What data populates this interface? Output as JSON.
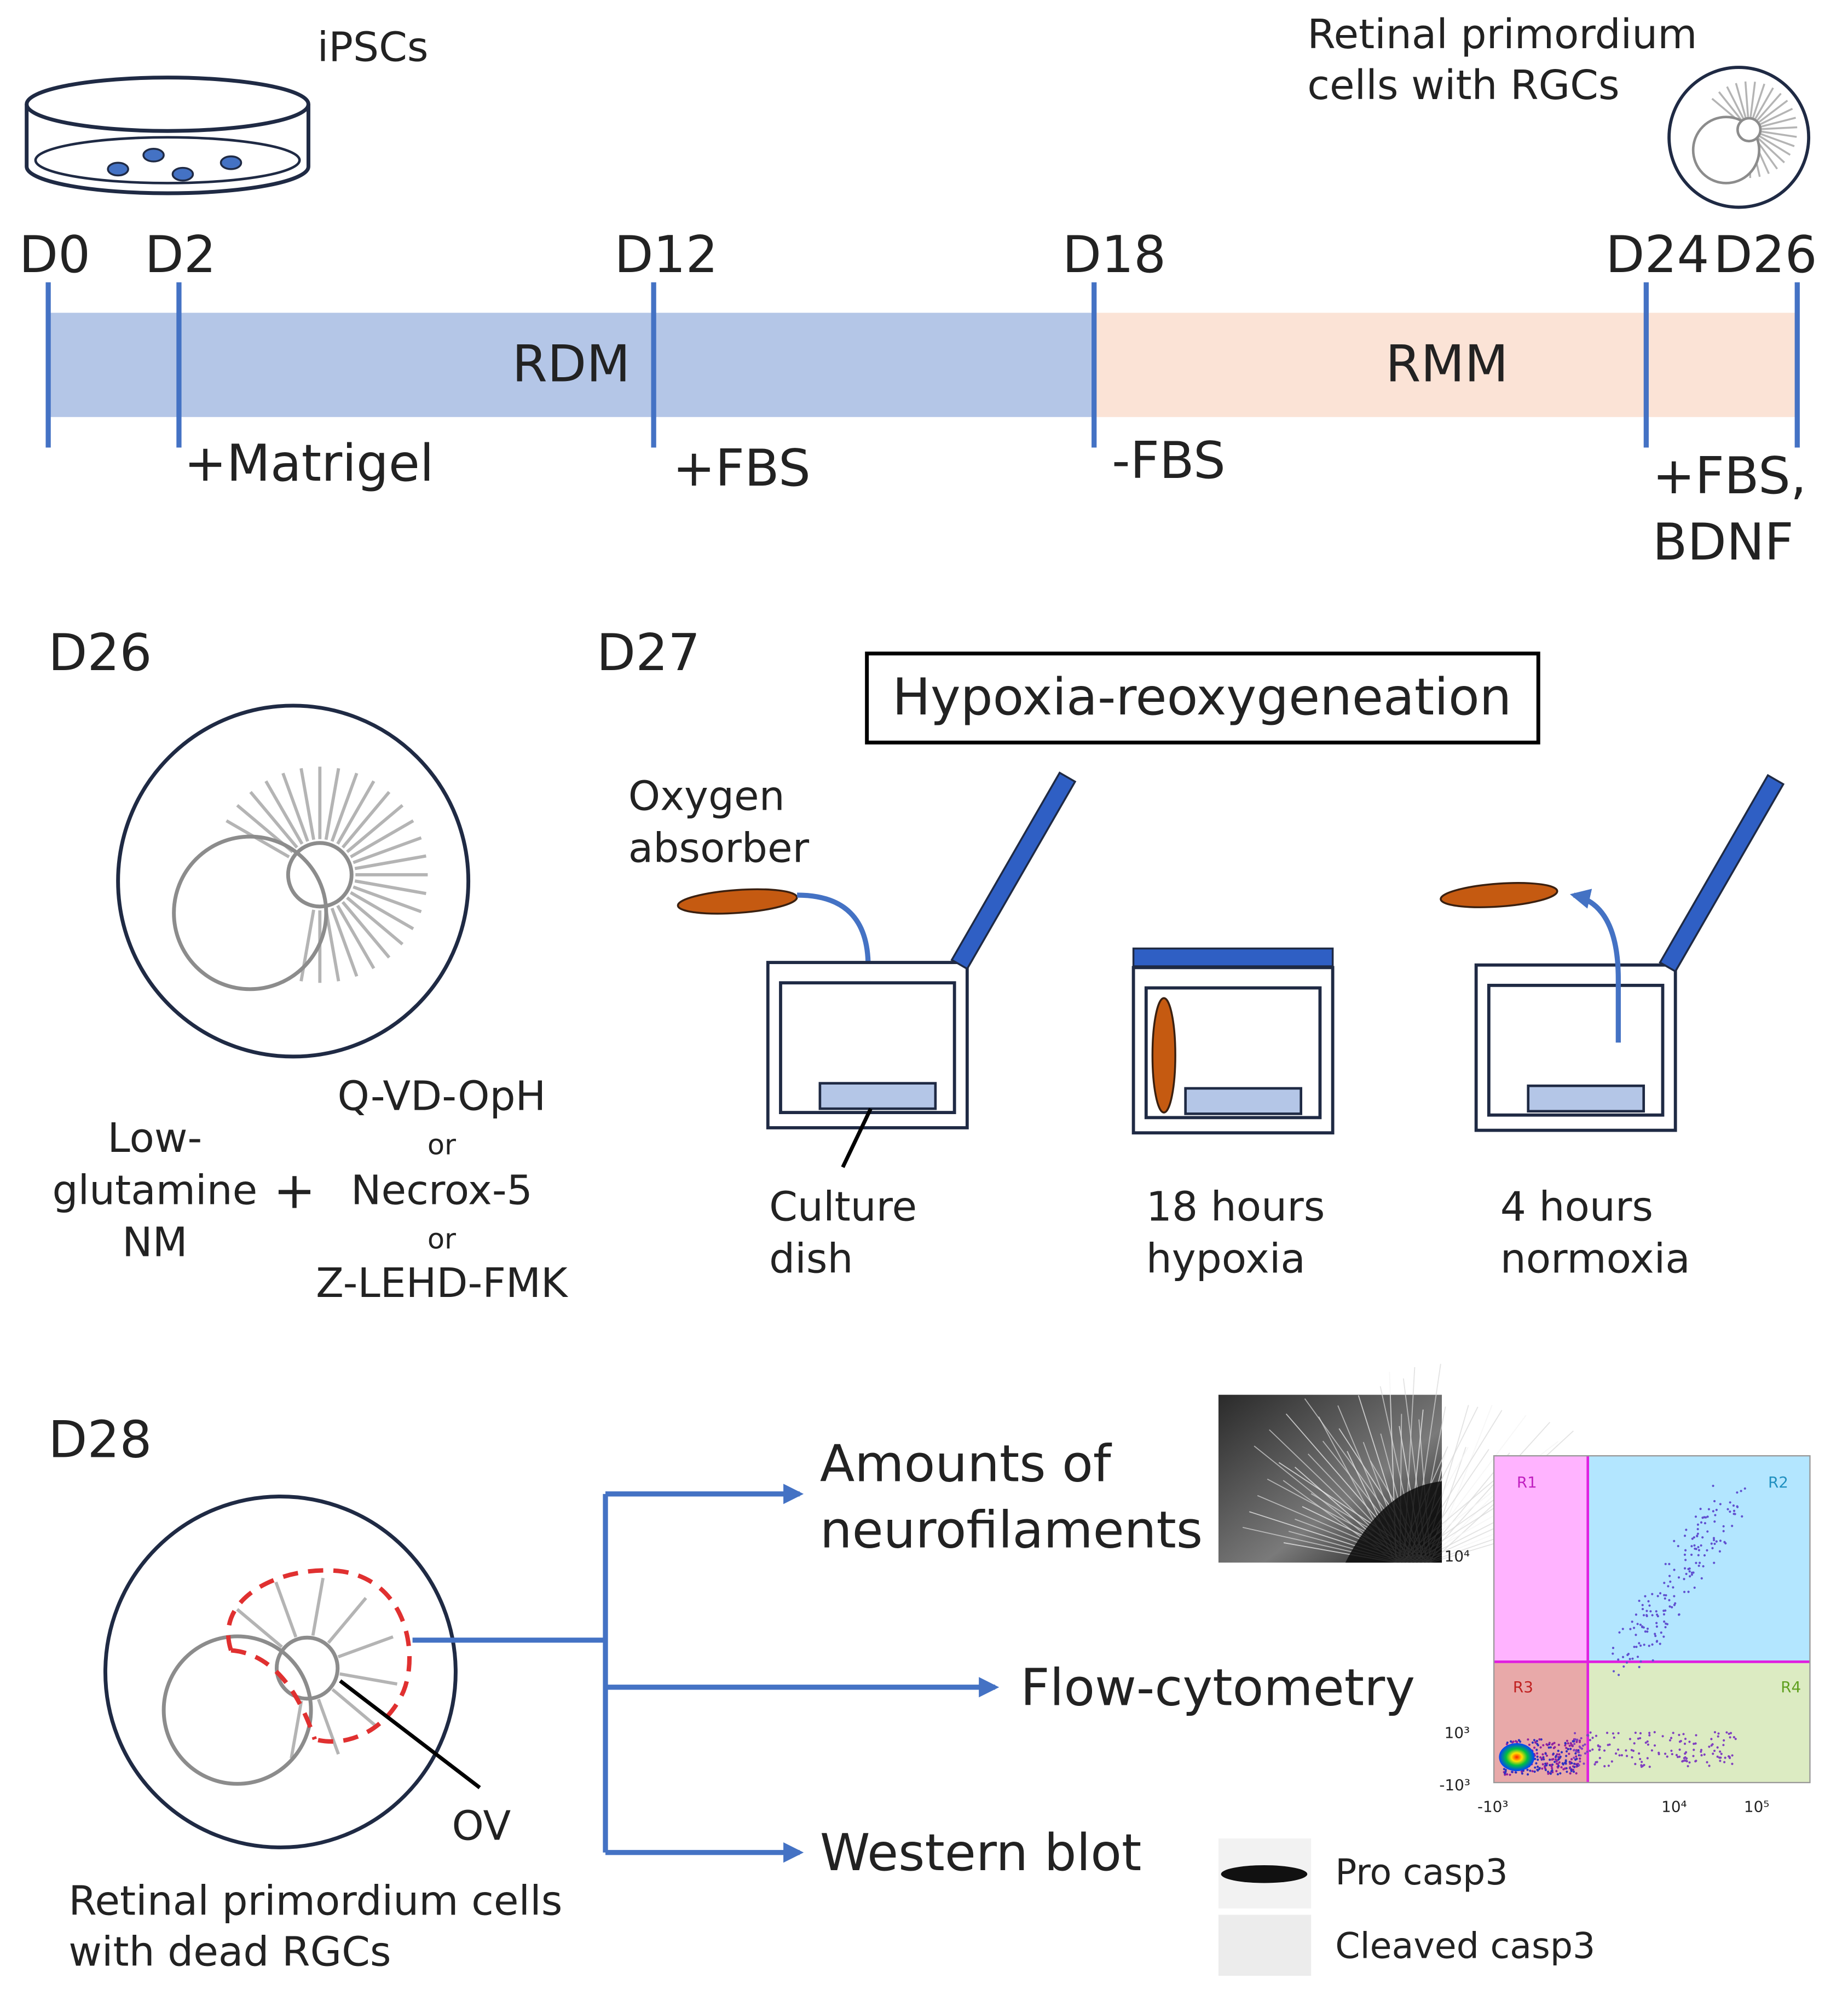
{
  "colors": {
    "rdm": "#b4c6e7",
    "rmm": "#fbe3d6",
    "timeline_tick": "#4472c4",
    "arrow": "#4472c4",
    "absorber": "#c55a11",
    "lid": "#2f5fc4",
    "dish": "#b4c6e7",
    "dead_zone": "#e03030"
  },
  "icons": {
    "petri_dish": "petri-dish-icon",
    "organoid": "organoid-icon",
    "oxygen_absorber": "oxygen-absorber-icon",
    "hypoxia_chamber": "hypoxia-chamber-icon"
  },
  "timeline": {
    "start_label": "iPSCs",
    "end_label_line1": "Retinal primordium",
    "end_label_line2": "cells with RGCs",
    "days": [
      "D0",
      "D2",
      "D12",
      "D18",
      "D24",
      "D26"
    ],
    "segment_rdm": "RDM",
    "segment_rmm": "RMM",
    "events": {
      "d2": "+Matrigel",
      "d12": "+FBS",
      "d18": "-FBS",
      "d24_line1": "+FBS,",
      "d24_line2": "BDNF"
    }
  },
  "d26": {
    "label": "D26",
    "medium_line1": "Low-",
    "medium_line2": "glutamine",
    "medium_line3": "NM",
    "plus": "+",
    "inhibitor1": "Q-VD-OpH",
    "or1": "or",
    "inhibitor2": "Necrox-5",
    "or2": "or",
    "inhibitor3": "Z-LEHD-FMK"
  },
  "d27": {
    "label": "D27",
    "box_title": "Hypoxia-reoxygeneation",
    "absorber_line1": "Oxygen",
    "absorber_line2": "absorber",
    "dish_line1": "Culture",
    "dish_line2": "dish",
    "step2_line1": "18 hours",
    "step2_line2": "hypoxia",
    "step3_line1": "4 hours",
    "step3_line2": "normoxia"
  },
  "d28": {
    "label": "D28",
    "ov_label": "OV",
    "caption_line1": "Retinal primordium cells",
    "caption_line2": "with dead RGCs",
    "assay1_line1": "Amounts of",
    "assay1_line2": "neurofilaments",
    "assay2": "Flow-cytometry",
    "assay3": "Western blot",
    "flow": {
      "gates": [
        "R1",
        "R2",
        "R3",
        "R4"
      ],
      "gate_colors": {
        "R1": "#ffb3ff",
        "R2": "#b3e6ff",
        "R3": "#e8a9a9",
        "R4": "#dcebc2"
      },
      "y_ticks": [
        "10⁴",
        "10³",
        "-10³"
      ],
      "x_ticks": [
        "-10³",
        "10⁴",
        "10⁵"
      ]
    },
    "blot": {
      "band1": "Pro casp3",
      "band2": "Cleaved casp3"
    }
  }
}
